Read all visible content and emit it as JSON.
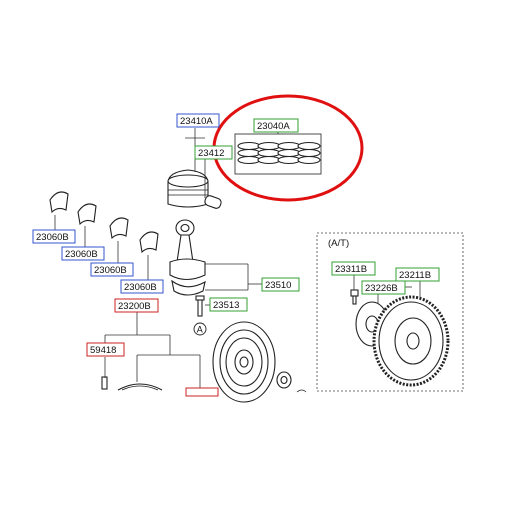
{
  "colors": {
    "blue_label": "#3355cc",
    "green_label": "#33a033",
    "red_label": "#cc2222",
    "highlight": "#e01010",
    "ink": "#222222"
  },
  "labels": {
    "p23410A": "23410A",
    "p23040A": "23040A",
    "p23412": "23412",
    "p23060B_1": "23060B",
    "p23060B_2": "23060B",
    "p23060B_3": "23060B",
    "p23060B_4": "23060B",
    "p23510": "23510",
    "p23513": "23513",
    "p23200B": "23200B",
    "p59418": "59418",
    "p23311B": "23311B",
    "p23211B": "23211B",
    "p23226B": "23226B"
  },
  "inset": {
    "title": "(A/T)"
  },
  "callout": {
    "marker": "A"
  }
}
